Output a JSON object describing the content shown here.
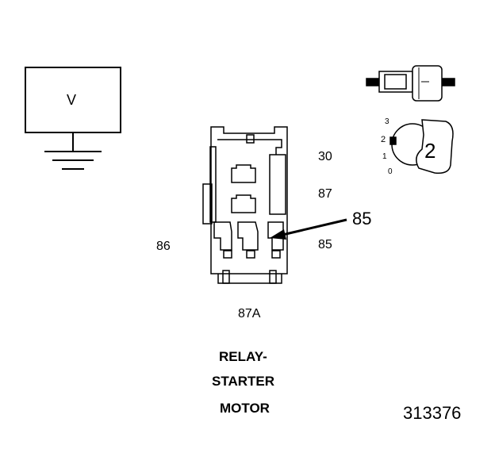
{
  "voltmeter": {
    "label": "V"
  },
  "relay": {
    "pins": {
      "p30": "30",
      "p87": "87",
      "p85": "85",
      "p86": "86",
      "p87a": "87A"
    },
    "callout": "85",
    "title_lines": [
      "RELAY-",
      "STARTER",
      "MOTOR"
    ]
  },
  "selector": {
    "positions": [
      "3",
      "2",
      "1",
      "0"
    ],
    "selected": "2"
  },
  "figure_id": "313376",
  "colors": {
    "line": "#000000",
    "background": "#ffffff"
  }
}
